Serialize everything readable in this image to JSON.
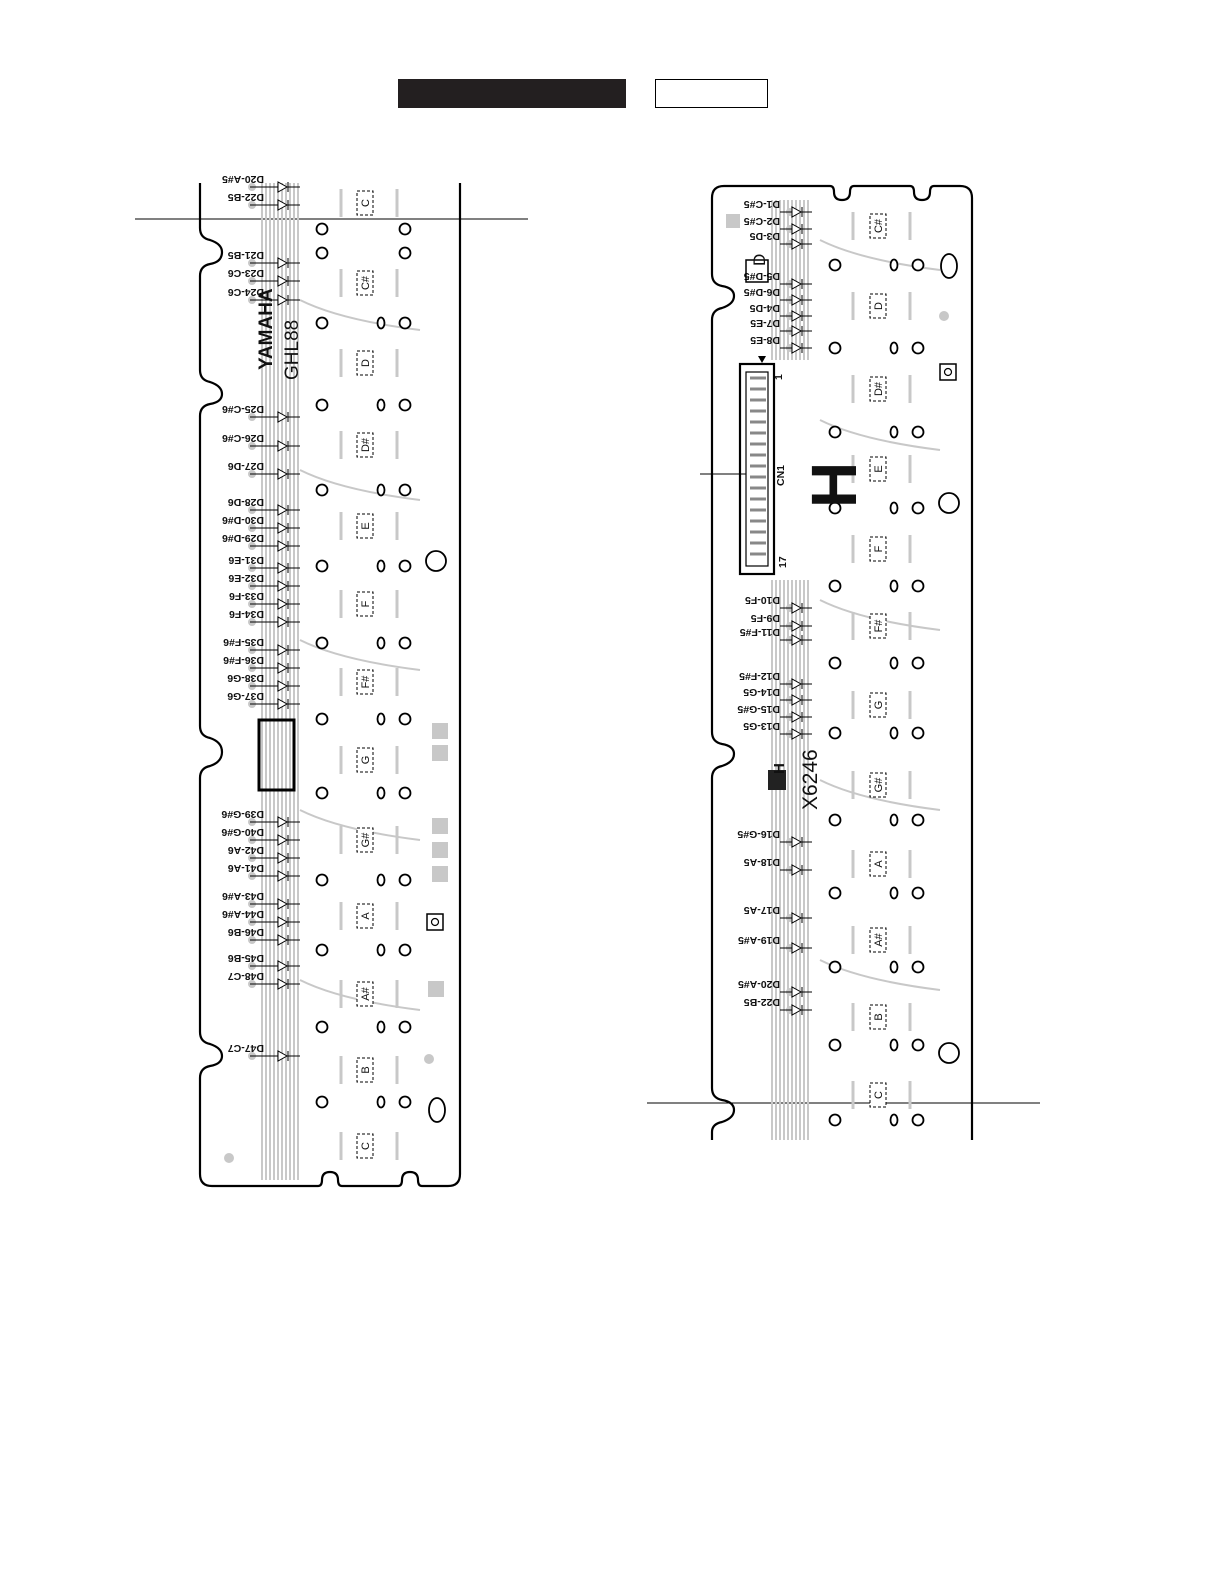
{
  "header": {
    "black_bar": "",
    "white_box": ""
  },
  "left_board": {
    "brand": "YAMAHA",
    "model": "GHL88",
    "key_labels": [
      "C",
      "C#",
      "D",
      "D#",
      "E",
      "F",
      "F#",
      "G",
      "G#",
      "A",
      "A#",
      "B",
      "C"
    ],
    "diodes": [
      "D20-A#5",
      "D22-B5",
      "D21-B5",
      "D23-C6",
      "D24-C6",
      "D25-C#6",
      "D26-C#6",
      "D27-D6",
      "D28-D6",
      "D30-D#6",
      "D29-D#6",
      "D31-E6",
      "D32-E6",
      "D33-F6",
      "D34-F6",
      "D35-F#6",
      "D36-F#6",
      "D38-G6",
      "D37-G6",
      "D39-G#6",
      "D40-G#6",
      "D42-A6",
      "D41-A6",
      "D43-A#6",
      "D44-A#6",
      "D46-B6",
      "D45-B6",
      "D48-C7",
      "D47-C7"
    ]
  },
  "right_board": {
    "board_letter": "D",
    "connector": "CN1",
    "connector_pin_first": "1",
    "connector_pin_last": "17",
    "board_name": "H",
    "part_number": "X6246",
    "key_labels": [
      "C#",
      "D",
      "D#",
      "E",
      "F",
      "F#",
      "G",
      "G#",
      "A",
      "A#",
      "B",
      "C"
    ],
    "diodes": [
      "D1-C#5",
      "D2-C#5",
      "D3-D5",
      "D5-D#5",
      "D6-D#5",
      "D4-D5",
      "D7-E5",
      "D8-E5",
      "D10-F5",
      "D9-F5",
      "D11-F#5",
      "D12-F#5",
      "D14-G5",
      "D15-G#5",
      "D13-G5",
      "D16-G#5",
      "D18-A5",
      "D17-A5",
      "D19-A#5",
      "D20-A#5",
      "D22-B5"
    ]
  }
}
